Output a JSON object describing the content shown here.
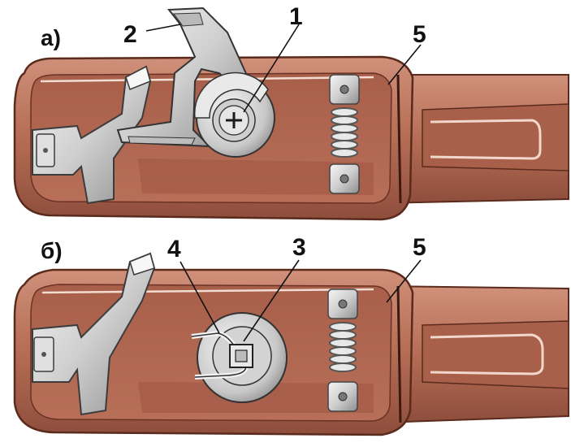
{
  "panels": [
    {
      "id": "a",
      "label": "а)"
    },
    {
      "id": "b",
      "label": "б)"
    }
  ],
  "callouts": {
    "a": [
      "1",
      "2",
      "5"
    ],
    "b": [
      "4",
      "3",
      "5"
    ]
  },
  "colors": {
    "housing": "#b9715a",
    "housing_dark": "#8a4a38",
    "housing_light": "#d49a82",
    "metal": "#d9d9d9",
    "metal_dark": "#8c8c8c"
  }
}
